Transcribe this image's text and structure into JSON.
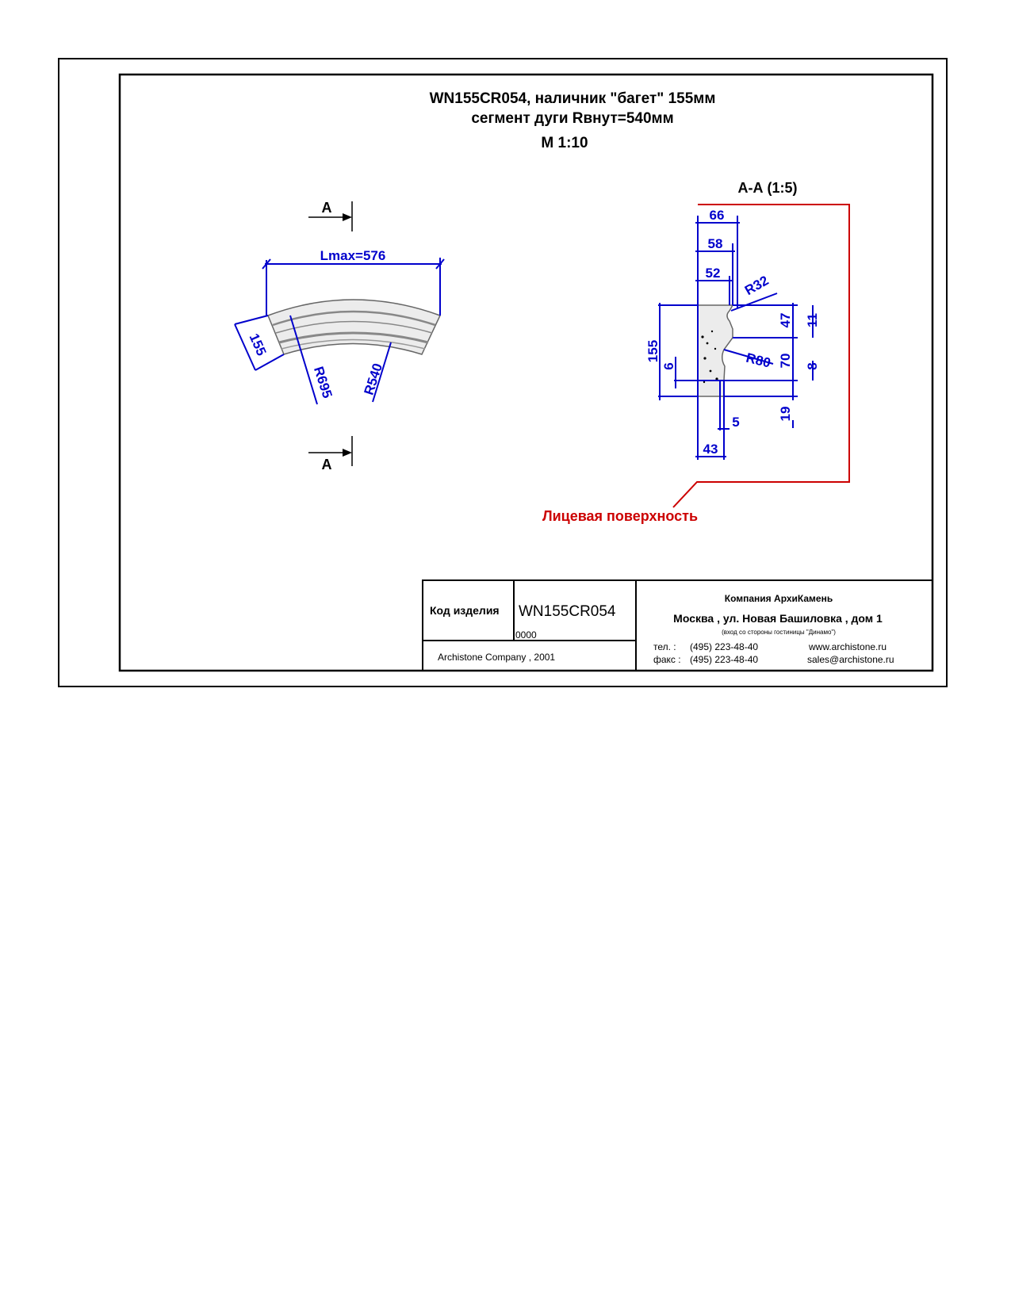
{
  "drawing": {
    "title_line1": "WN155CR054, наличник \"багет\" 155мм",
    "title_line2": "сегмент дуги Rвнут=540мм",
    "scale": "М 1:10",
    "section_marker": "А",
    "section_title": "А-А (1:5)",
    "face_label": "Лицевая поверхность"
  },
  "plan_dimensions": {
    "length": "Lmax=576",
    "width": "155",
    "outer_radius": "R695",
    "inner_radius": "R540"
  },
  "section_dimensions": {
    "d66": "66",
    "d58": "58",
    "d52": "52",
    "r32": "R32",
    "h155": "155",
    "d6": "6",
    "r80": "R80",
    "d47": "47",
    "d11": "11",
    "d70": "70",
    "d8": "8",
    "d19": "19",
    "d5": "5",
    "d43": "43"
  },
  "title_block": {
    "code_label": "Код изделия",
    "code_value": "WN155CR054",
    "code_sub": "0000",
    "copyright": "Archistone  Company ,  2001",
    "company": "Компания  АрхиКамень",
    "address": "Москва , ул. Новая Башиловка , дом 1",
    "address_note": "(вход со стороны гостиницы \"Динамо\")",
    "phone_label": "тел.   :",
    "phone": "(495) 223-48-40",
    "fax_label": "факс :",
    "fax": "(495) 223-48-40",
    "website": "www.archistone.ru",
    "email": "sales@archistone.ru"
  },
  "colors": {
    "dimension": "#0000cc",
    "face_marker": "#cc0000",
    "frame": "#000000"
  }
}
